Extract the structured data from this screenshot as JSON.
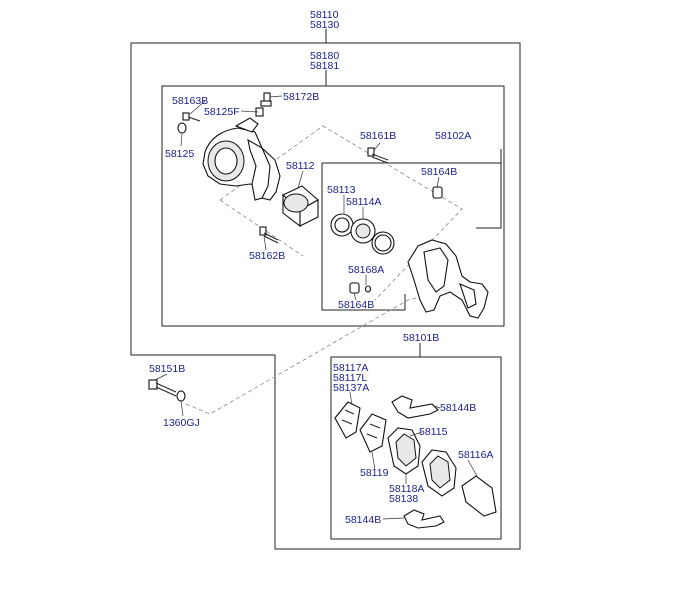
{
  "labels": {
    "assy_a": "58110",
    "assy_b": "58130",
    "caliper_a": "58180",
    "caliper_b": "58181",
    "p58163B": "58163B",
    "p58125F": "58125F",
    "p58172B": "58172B",
    "p58125": "58125",
    "p58161B": "58161B",
    "p58102A": "58102A",
    "p58112": "58112",
    "p58164B_top": "58164B",
    "p58113": "58113",
    "p58114A": "58114A",
    "p58162B": "58162B",
    "p58168A": "58168A",
    "p58164B_bot": "58164B",
    "p58101B": "58101B",
    "p58151B": "58151B",
    "p58117A": "58117A",
    "p58117L": "58117L",
    "p58137A": "58137A",
    "p58144B_top": "58144B",
    "p58115": "58115",
    "p58116A": "58116A",
    "p58119": "58119",
    "p58118A": "58118A",
    "p58138": "58138",
    "p1360GJ": "1360GJ",
    "p58144B_bot": "58144B"
  }
}
